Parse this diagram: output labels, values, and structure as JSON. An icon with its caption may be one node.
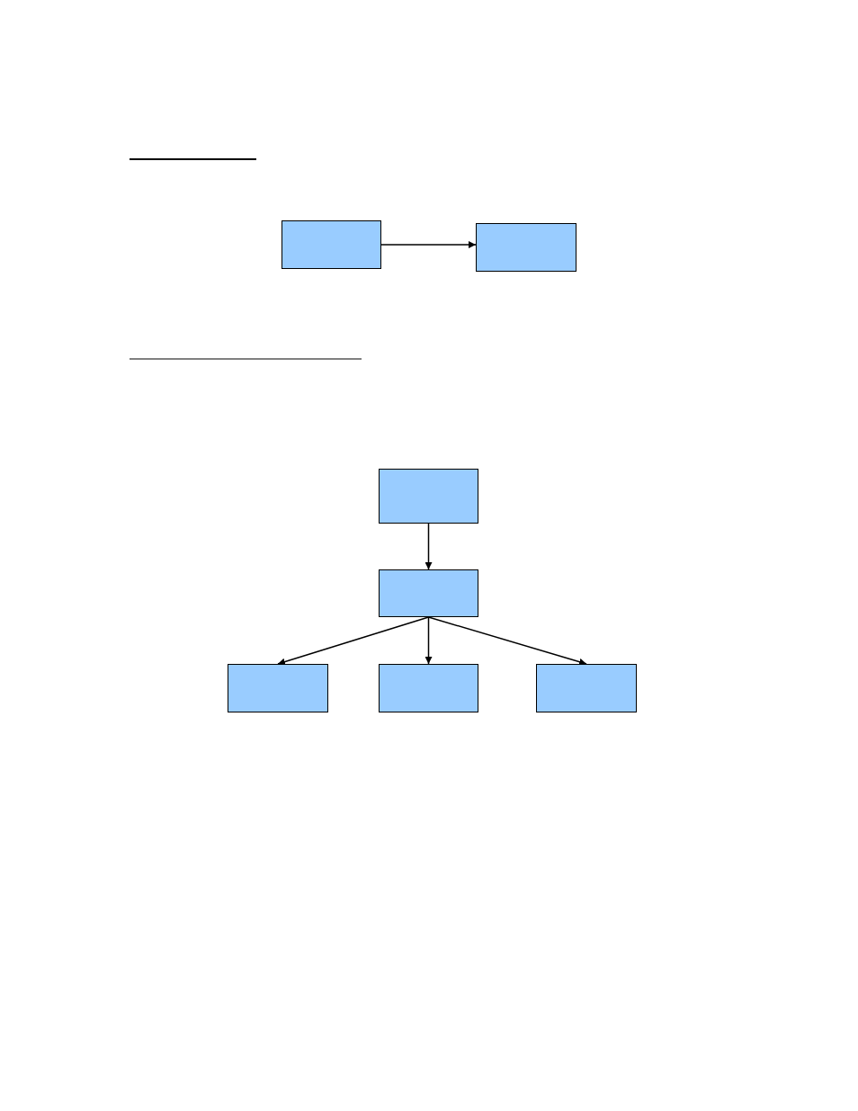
{
  "diagram": {
    "nodes": [
      {
        "text": [],
        "shape": "box"
      },
      {
        "text": [],
        "shape": "box"
      },
      {
        "text": [],
        "shape": "box"
      },
      {
        "text": [],
        "shape": "box"
      },
      {
        "text": [],
        "shape": "box"
      },
      {
        "text": [],
        "shape": "box"
      },
      {
        "text": [],
        "shape": "box"
      }
    ],
    "edges": [
      {
        "from": 0,
        "to": 1,
        "arrow": "to"
      },
      {
        "from": 2,
        "to": 3,
        "arrow": "to"
      },
      {
        "from": 3,
        "to": 4,
        "arrow": "to"
      },
      {
        "from": 3,
        "to": 5,
        "arrow": "to"
      },
      {
        "from": 3,
        "to": 6,
        "arrow": "to"
      }
    ]
  }
}
